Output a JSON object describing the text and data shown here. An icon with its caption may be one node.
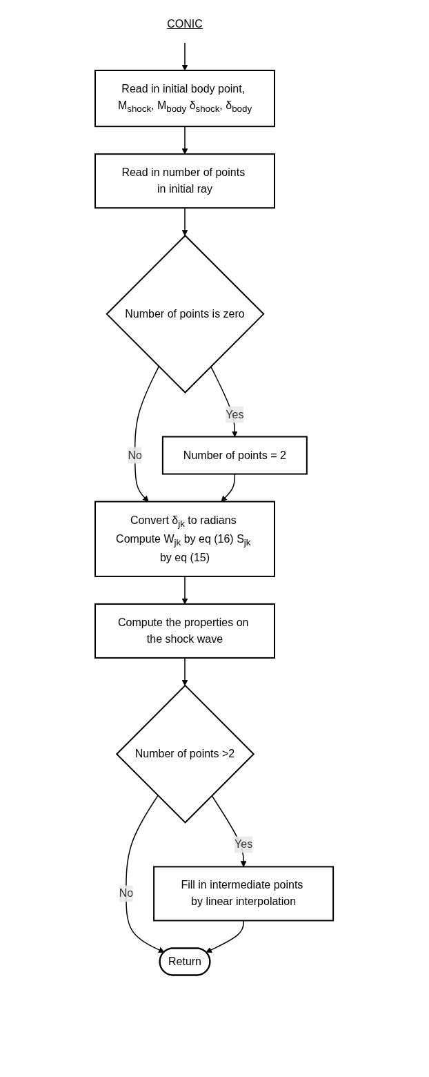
{
  "diagram": {
    "nodes": [
      {
        "text": [
          "CONIC"
        ]
      },
      {
        "text": [
          "Read in initial body point, M$_{shock}$, M$_{body}$ δ$_{shock}$, δ$_{body}$"
        ]
      },
      {
        "text": [
          "Read in number of points in initial ray"
        ]
      },
      {
        "text": [
          "Number of points is zero"
        ]
      },
      {
        "text": [
          "Number of points = 2"
        ]
      },
      {
        "text": [
          "Convert δ$_{jk}$ to radians Compute W$_{jk}$ by eq (16) S$_{jk}$ by eq (15)"
        ]
      },
      {
        "text": [
          "Compute the properties on the shock wave"
        ]
      },
      {
        "text": [
          "Number of points >2"
        ]
      },
      {
        "text": [
          "Fill in intermediate points by linear interpolation"
        ]
      },
      {
        "text": [
          "Return"
        ]
      }
    ],
    "edges": [
      {
        "from": 0,
        "to": 1,
        "arrow": "to"
      },
      {
        "from": 1,
        "to": 2,
        "arrow": "to"
      },
      {
        "from": 2,
        "to": 3,
        "arrow": "to"
      },
      {
        "from": 3,
        "to": 4,
        "label": "Yes",
        "arrow": "to"
      },
      {
        "from": 3,
        "to": 5,
        "label": "No",
        "arrow": "to"
      },
      {
        "from": 4,
        "to": 5,
        "arrow": "to"
      },
      {
        "from": 5,
        "to": 6,
        "arrow": "to"
      },
      {
        "from": 6,
        "to": 7,
        "arrow": "to"
      },
      {
        "from": 7,
        "to": 8,
        "label": "Yes",
        "arrow": "to"
      },
      {
        "from": 7,
        "to": 9,
        "label": "No",
        "arrow": "to"
      },
      {
        "from": 8,
        "to": 9,
        "arrow": "to"
      }
    ]
  }
}
